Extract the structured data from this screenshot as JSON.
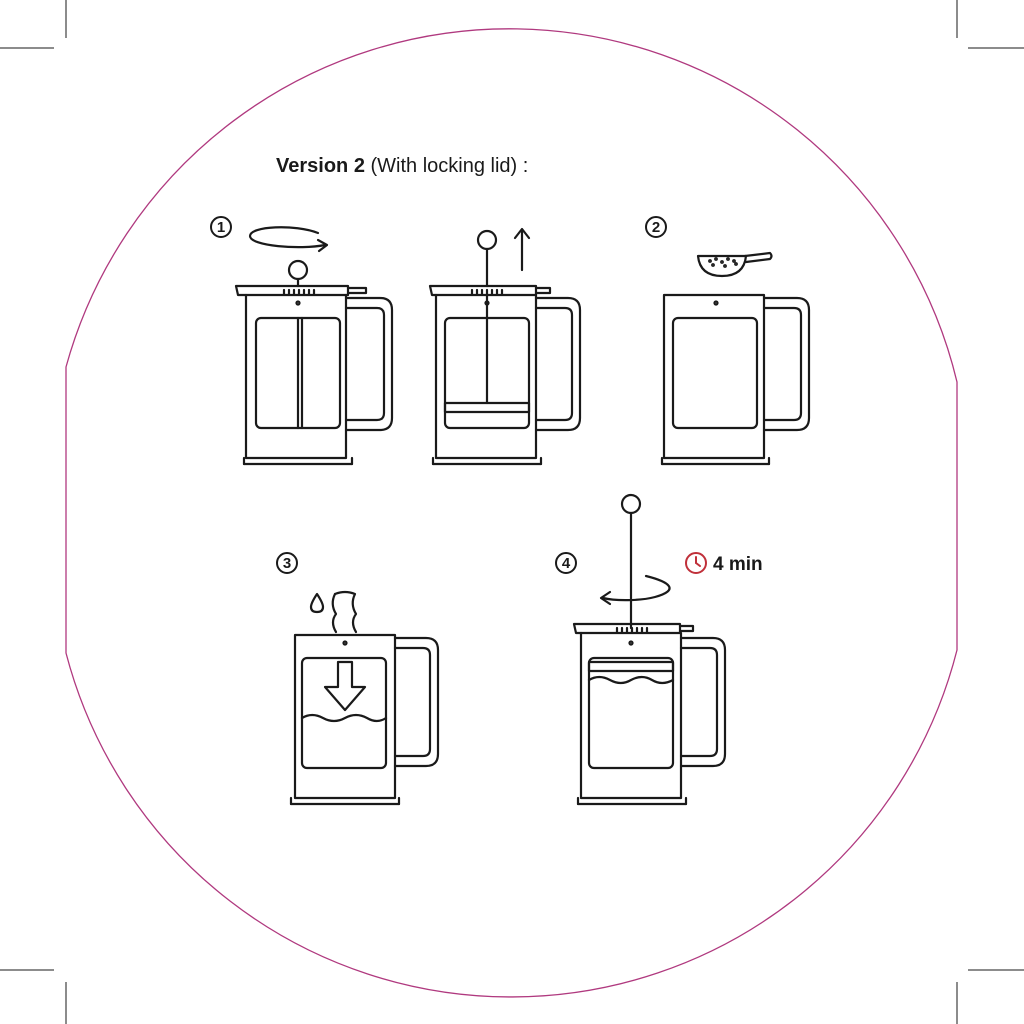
{
  "title": {
    "bold": "Version 2",
    "rest": " (With locking lid) :"
  },
  "steps": [
    {
      "number": "1",
      "icon": "rotate-lid-icon"
    },
    {
      "number": "2",
      "icon": "coffee-scoop-icon"
    },
    {
      "number": "3",
      "icon": "pour-water-icon"
    },
    {
      "number": "4",
      "icon": "rotate-lid-icon"
    }
  ],
  "timer": {
    "label": "4 min",
    "icon": "clock-icon"
  },
  "colors": {
    "line": "#1a1a1a",
    "border": "#b0397f",
    "accent": "#c0303a"
  }
}
